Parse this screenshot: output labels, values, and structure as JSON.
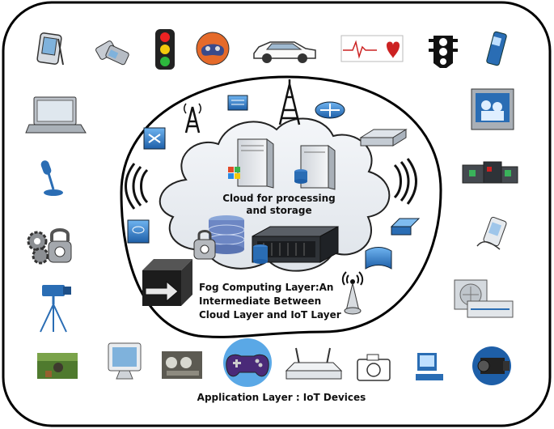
{
  "layers": {
    "cloud_label": "Cloud for processing and storage",
    "fog_label_lines": [
      "Fog Computing Layer:An",
      "Intermediate Between",
      "Cloud Layer and IoT Layer"
    ],
    "app_label": "Application Layer : IoT Devices"
  },
  "icons": {
    "top_row": [
      "pda-icon",
      "flip-phone-icon",
      "traffic-light-icon",
      "gamepad-icon",
      "car-icon",
      "heartbeat-icon",
      "traffic-signal-icon",
      "mobile-phone-icon"
    ],
    "left_column": [
      "laptop-icon",
      "microphone-icon",
      "gears-lock-icon",
      "camera-tripod-icon"
    ],
    "right_column": [
      "tv-screen-icon",
      "network-devices-icon",
      "handheld-icon",
      "air-conditioner-icon"
    ],
    "bottom_row": [
      "field-photo-icon",
      "monitor-icon",
      "meters-photo-icon",
      "game-controller-icon",
      "router-icon",
      "camera-icon",
      "computer-icon",
      "camcorder-icon"
    ]
  },
  "colors": {
    "outline": "#000000",
    "cloud_fill": "#e8ecf1",
    "device_blue": "#2a6db4",
    "accent_red": "#cc2222",
    "controller_purple": "#4a2a78"
  }
}
